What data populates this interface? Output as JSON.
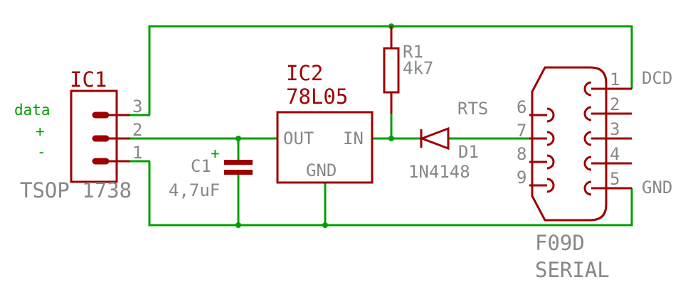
{
  "colors": {
    "wire_green": "#00a000",
    "component_maroon": "#9e0000",
    "label_gray": "#878787",
    "background": "#ffffff"
  },
  "ir_receiver": {
    "ref": "IC1",
    "part": "TSOP 1738",
    "pin3": "3",
    "pin2": "2",
    "pin1": "1",
    "sig_data": "data",
    "sig_plus": "+",
    "sig_minus": "-"
  },
  "capacitor": {
    "ref": "C1",
    "value": "4,7uF",
    "polarity": "+"
  },
  "regulator": {
    "ref": "IC2",
    "value": "78L05",
    "pin_out": "OUT",
    "pin_in": "IN",
    "pin_gnd": "GND"
  },
  "resistor": {
    "ref": "R1",
    "value": "4k7"
  },
  "diode": {
    "ref": "D1",
    "value": "1N4148"
  },
  "connector": {
    "signal_rts": "RTS",
    "signal_dcd": "DCD",
    "signal_gnd": "GND",
    "name": "F09D",
    "type": "SERIAL",
    "pins_left": [
      "6",
      "7",
      "8",
      "9"
    ],
    "pins_right": [
      "1",
      "2",
      "3",
      "4",
      "5"
    ]
  }
}
